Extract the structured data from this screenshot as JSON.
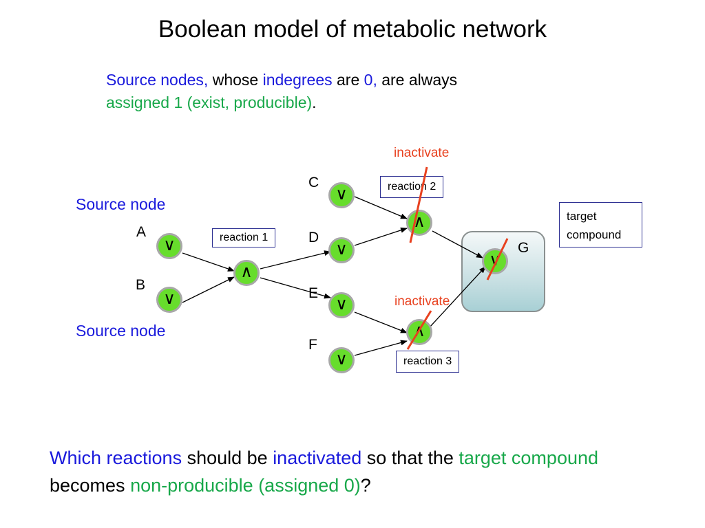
{
  "title": "Boolean model of metabolic network",
  "intro": {
    "part1": "Source nodes,",
    "part2": " whose ",
    "part3": "indegrees",
    "part4": " are ",
    "part5": "0,",
    "part6": " are always ",
    "part7": "assigned 1 (exist, producible)",
    "part8": "."
  },
  "diagram": {
    "source_node_label_top": "Source node",
    "source_node_label_bottom": "Source node",
    "node_letters": {
      "A": "A",
      "B": "B",
      "C": "C",
      "D": "D",
      "E": "E",
      "F": "F",
      "G": "G"
    },
    "or_symbol": "∨",
    "and_symbol": "∧",
    "reaction_1": "reaction 1",
    "reaction_2": "reaction 2",
    "reaction_3": "reaction 3",
    "inactivate_top": "inactivate",
    "inactivate_bottom": "inactivate",
    "target_line1": "target",
    "target_line2": "compound",
    "colors": {
      "node_fill": "#67dd2c",
      "node_border": "#a8a8a8",
      "text_blue": "#1a1adc",
      "text_green": "#18a84a",
      "inactivate_red": "#e8411f",
      "box_border": "#2e3192"
    }
  },
  "question": {
    "part1": "Which reactions",
    "part2": " should be ",
    "part3": "inactivated",
    "part4": " so that the ",
    "part5": "target compound",
    "part6": " becomes ",
    "part7": "non-producible (assigned 0)",
    "part8": "?"
  }
}
